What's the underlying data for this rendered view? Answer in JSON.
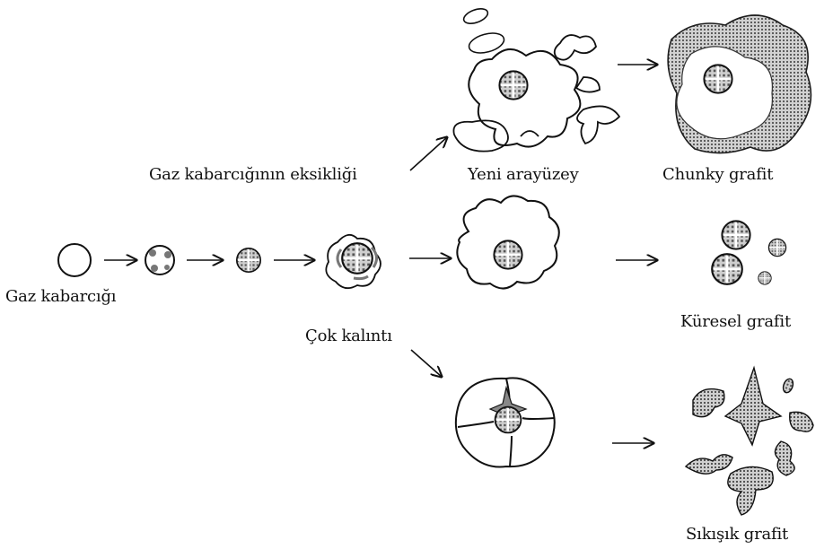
{
  "labels": {
    "gas_bubble": "Gaz kabarcığı",
    "gas_bubble_lack": "Gaz kabarcığının eksikliği",
    "new_interface": "Yeni arayüzey",
    "chunky": "Chunky grafit",
    "spherical": "Küresel grafit",
    "many_residues": "Çok kalıntı",
    "compacted": "Sıkışık grafit"
  },
  "colors": {
    "ink": "#111111",
    "shade": "#7a7a7a",
    "paper": "#ffffff"
  }
}
